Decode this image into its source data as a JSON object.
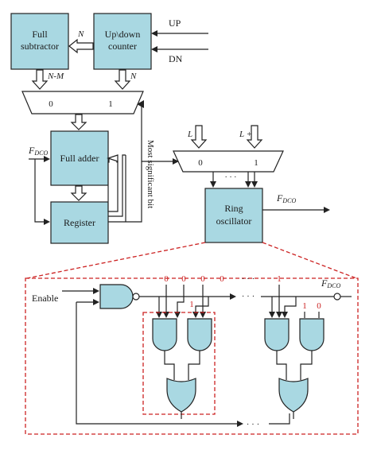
{
  "blocks": {
    "full_subtractor": [
      "Full",
      "subtractor"
    ],
    "updown_counter": [
      "Up\\down",
      "counter"
    ],
    "full_adder": "Full adder",
    "register": "Register",
    "ring_oscillator": [
      "Ring",
      "oscillator"
    ]
  },
  "signals": {
    "up": "UP",
    "dn": "DN",
    "n_left": "N",
    "n_mux": "N",
    "n_minus_m": "N-M",
    "mux1_in0": "0",
    "mux1_in1": "1",
    "mux2_in0": "0",
    "mux2_in1": "1",
    "l": "L",
    "l_plus_1": "L + 1",
    "f_dco_main": "F",
    "f_dco_main_sub": "DCO",
    "f_dco_adder": "F",
    "f_dco_adder_sub": "DCO",
    "f_dco_detail": "F",
    "f_dco_detail_sub": "DCO",
    "msb": "Most significant bit",
    "mux_dots": "· · ·",
    "enable": "Enable"
  },
  "detail": {
    "top_bits": [
      "0",
      "0",
      "0",
      "0",
      "1"
    ],
    "top_dots": "· · ·",
    "red_bits_left": [
      "1"
    ],
    "red_bits_right": [
      "1",
      "0"
    ],
    "line_dots": "· · ·",
    "bottom_dots": "· · ·"
  },
  "colors": {
    "block_fill": "#a9d8e2",
    "outline": "#222222",
    "highlight_red": "#cc2222"
  }
}
